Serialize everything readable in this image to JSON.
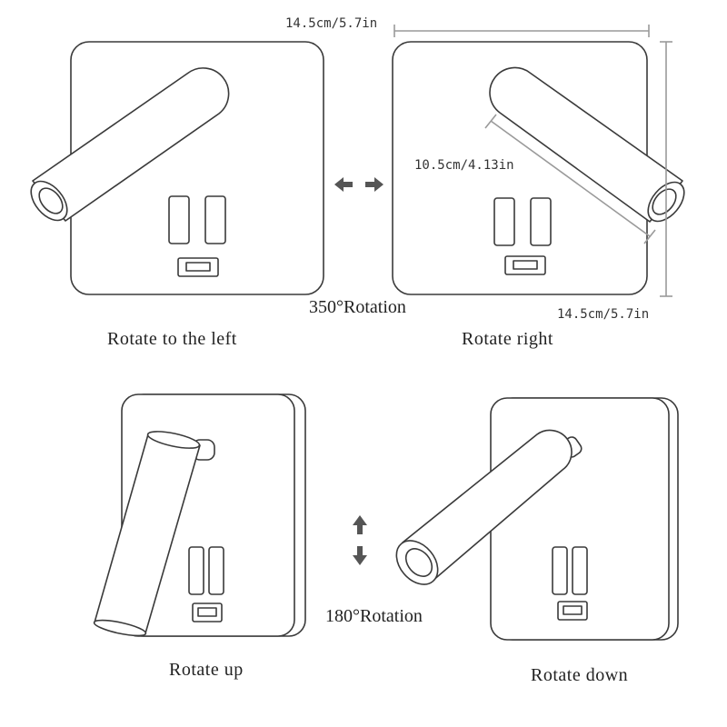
{
  "dimensions": {
    "width_top": "14.5cm/5.7in",
    "arm_length": "10.5cm/4.13in",
    "height_right": "14.5cm/5.7in"
  },
  "rotations": {
    "horizontal": "350°Rotation",
    "vertical": "180°Rotation"
  },
  "captions": {
    "left": "Rotate to the left",
    "right": "Rotate right",
    "up": "Rotate up",
    "down": "Rotate down"
  },
  "icons": {
    "horizontal_arrows": "left-right-arrows-icon",
    "vertical_arrows": "up-down-arrows-icon"
  }
}
